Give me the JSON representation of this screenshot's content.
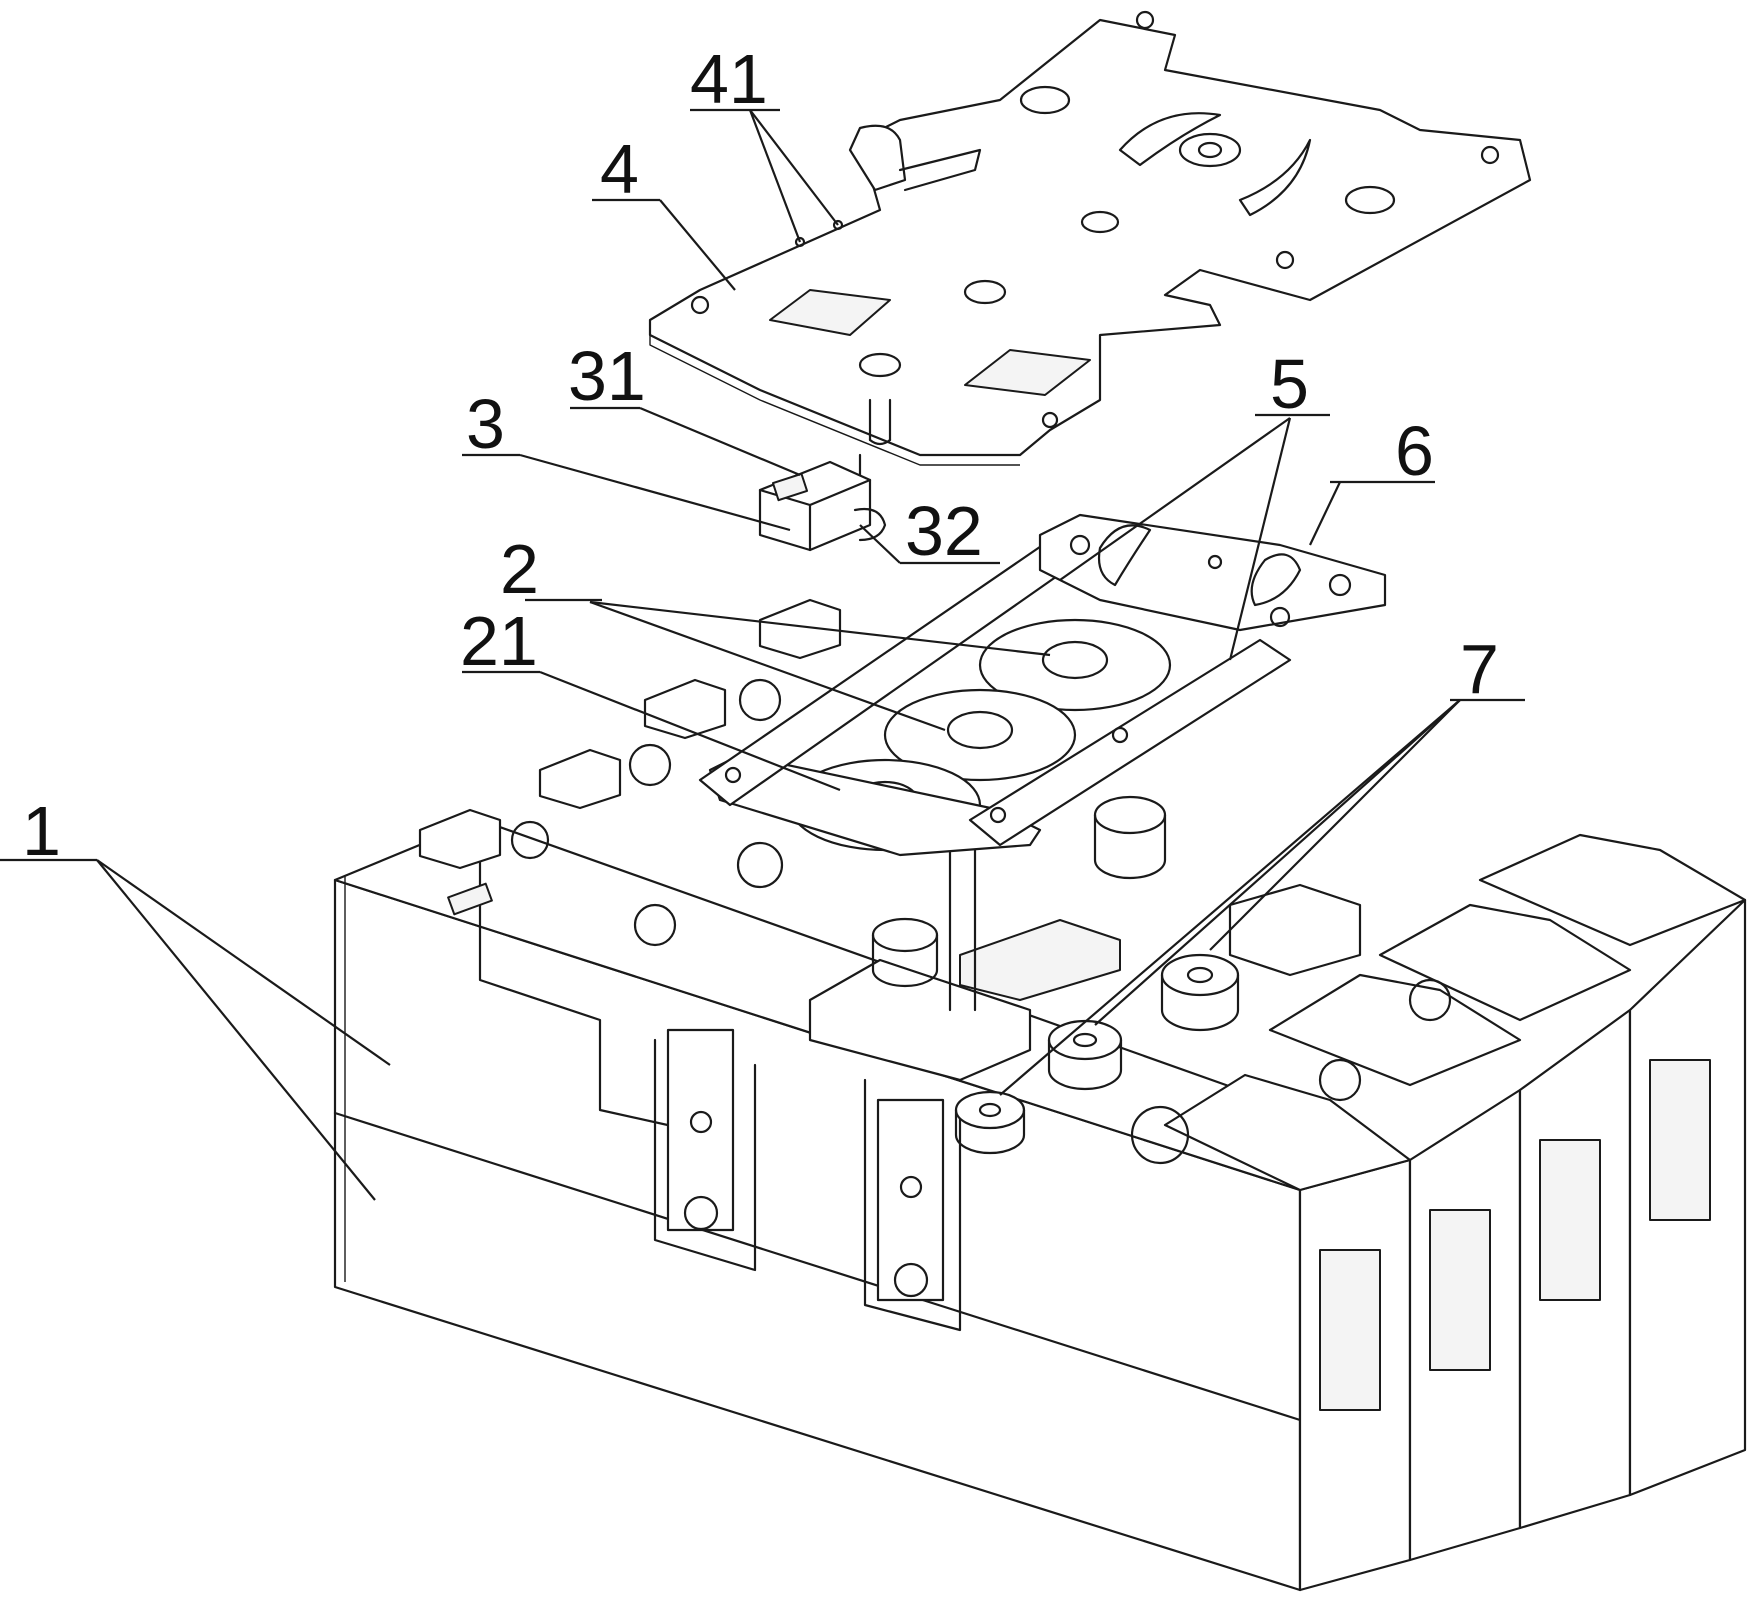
{
  "figure": {
    "labels": {
      "l1": "1",
      "l2": "2",
      "l21": "21",
      "l3": "3",
      "l31": "31",
      "l32": "32",
      "l4": "4",
      "l41": "41",
      "l5": "5",
      "l6": "6",
      "l7": "7"
    },
    "colors": {
      "line": "#1a1a1a",
      "background": "#ffffff"
    }
  }
}
